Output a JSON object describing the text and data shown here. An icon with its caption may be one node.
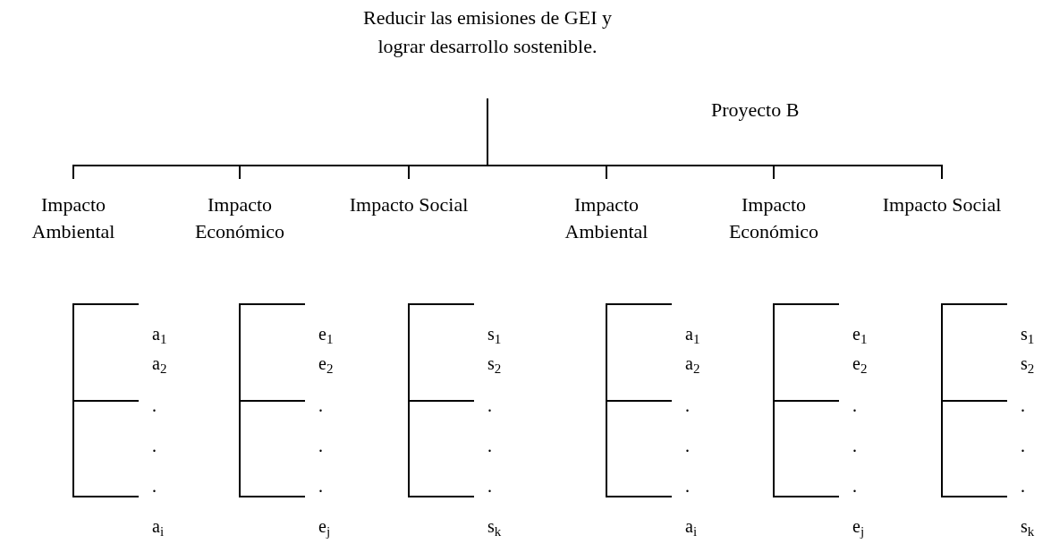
{
  "diagram": {
    "nodes": [
      {
        "text": [
          "Reducir las emisiones de GEI y lograr desarrollo sostenible."
        ]
      },
      {
        "text": [
          "Impacto Ambiental"
        ]
      },
      {
        "text": [
          "Impacto Económico"
        ]
      },
      {
        "text": [
          "Impacto Social"
        ]
      },
      {
        "text": [
          "Impacto Ambiental"
        ]
      },
      {
        "text": [
          "Impacto Económico"
        ]
      },
      {
        "text": [
          "Impacto Social"
        ]
      }
    ],
    "edges": [
      {
        "from": 0,
        "to": 1,
        "arrow": "none"
      },
      {
        "from": 0,
        "to": 2,
        "arrow": "none"
      },
      {
        "from": 0,
        "to": 3,
        "arrow": "none"
      },
      {
        "from": 0,
        "to": 4,
        "arrow": "none"
      },
      {
        "from": 0,
        "to": 5,
        "arrow": "none"
      },
      {
        "from": 0,
        "to": 6,
        "arrow": "none"
      }
    ],
    "labels": [
      "Proyecto B",
      "a$_{1}$",
      "a$_{2}$",
      ".",
      ".",
      ".",
      "a$_{i}$",
      "e$_{1}$",
      "e$_{2}$",
      ".",
      ".",
      ".",
      "e$_{j}$",
      "s$_{1}$",
      "s$_{2}$",
      ".",
      ".",
      ".",
      "s$_{k}$",
      "a$_{1}$",
      "a$_{2}$",
      ".",
      ".",
      ".",
      "a$_{i}$",
      "e$_{1}$",
      "e$_{2}$",
      ".",
      ".",
      ".",
      "e$_{j}$",
      "s$_{1}$",
      "s$_{2}$",
      ".",
      ".",
      ".",
      "s$_{k}$"
    ]
  }
}
